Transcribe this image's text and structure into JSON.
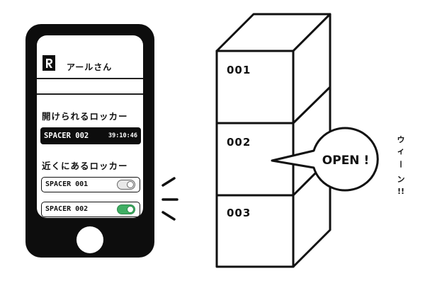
{
  "phone": {
    "user_name": "アールさん",
    "openable_title": "開けられるロッカー",
    "active_locker": {
      "name": "SPACER 002",
      "timer": "39:10:46"
    },
    "nearby_title": "近くにあるロッカー",
    "nearby_lockers": [
      {
        "label": "SPACER 001",
        "toggle": "off"
      },
      {
        "label": "SPACER 002",
        "toggle": "on"
      }
    ]
  },
  "locker_tower": {
    "labels": [
      "001",
      "002",
      "003"
    ],
    "bubble_text": "OPEN !"
  },
  "sound_effect": [
    "ウ",
    "ィ",
    "ー",
    "ン",
    "!!"
  ],
  "colors": {
    "toggle_on": "#3fae63",
    "phone_body": "#0d0d0d"
  },
  "icons": [
    "spacer-logo-icon",
    "toggle-switch-icon",
    "home-button"
  ]
}
